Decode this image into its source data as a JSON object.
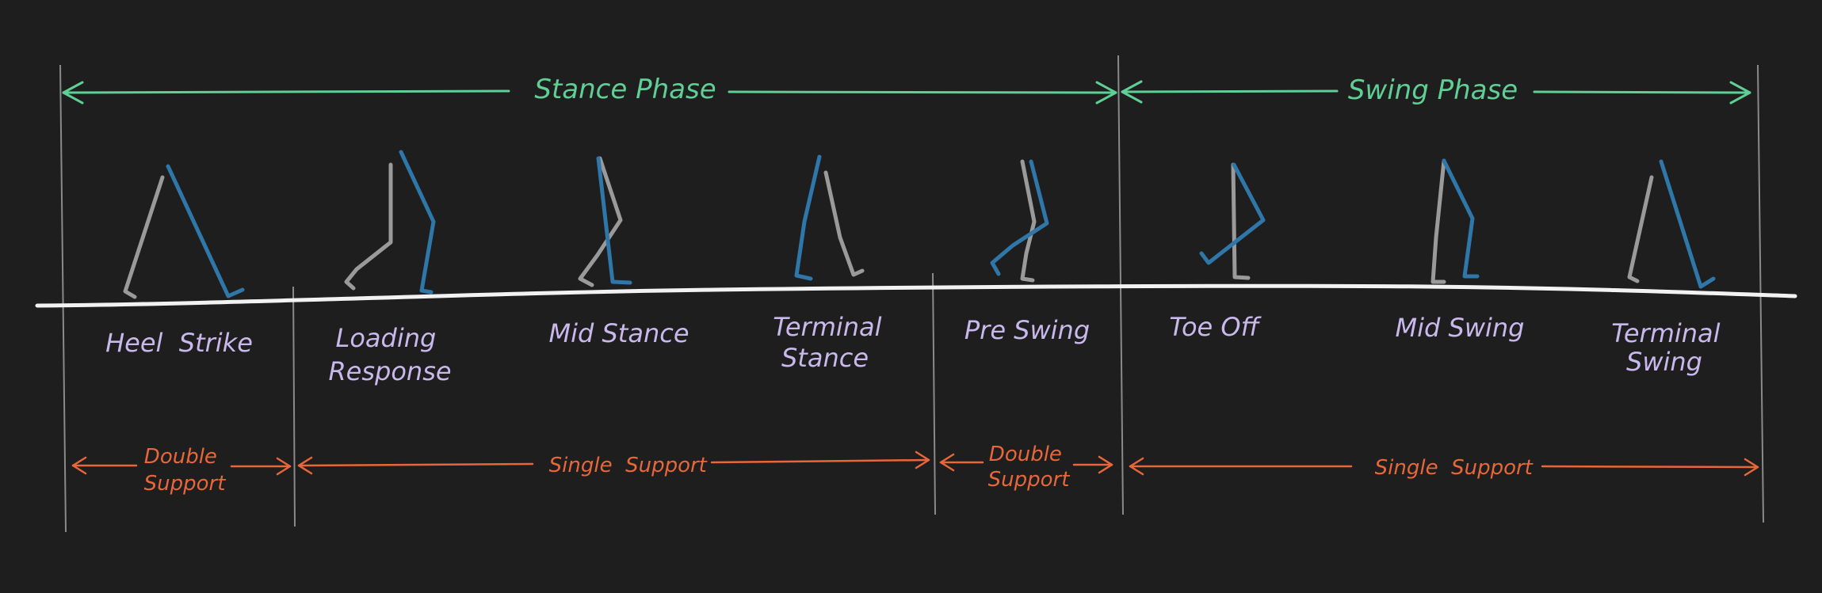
{
  "colors": {
    "background": "#1e1e1e",
    "phase": "#5fcf95",
    "support": "#e8673a",
    "stage_text": "#c9b8ec",
    "leg_grey": "#9a9a9a",
    "leg_blue": "#2e77a8",
    "ground": "#f2f2f2",
    "divider": "#8a8a8a"
  },
  "phases": [
    {
      "label": "Stance Phase"
    },
    {
      "label": "Swing Phase"
    }
  ],
  "stages": [
    {
      "lines": [
        "Heel  Strike"
      ]
    },
    {
      "lines": [
        "Loading",
        "Response"
      ]
    },
    {
      "lines": [
        "Mid Stance"
      ]
    },
    {
      "lines": [
        "Terminal",
        "Stance"
      ]
    },
    {
      "lines": [
        "Pre Swing"
      ]
    },
    {
      "lines": [
        "Toe Off"
      ]
    },
    {
      "lines": [
        "Mid Swing"
      ]
    },
    {
      "lines": [
        "Terminal",
        "Swing"
      ]
    }
  ],
  "supports": [
    {
      "lines": [
        "Double",
        "Support"
      ]
    },
    {
      "lines": [
        "Single  Support"
      ]
    },
    {
      "lines": [
        "Double",
        "Support"
      ]
    },
    {
      "lines": [
        "Single  Support"
      ]
    }
  ]
}
